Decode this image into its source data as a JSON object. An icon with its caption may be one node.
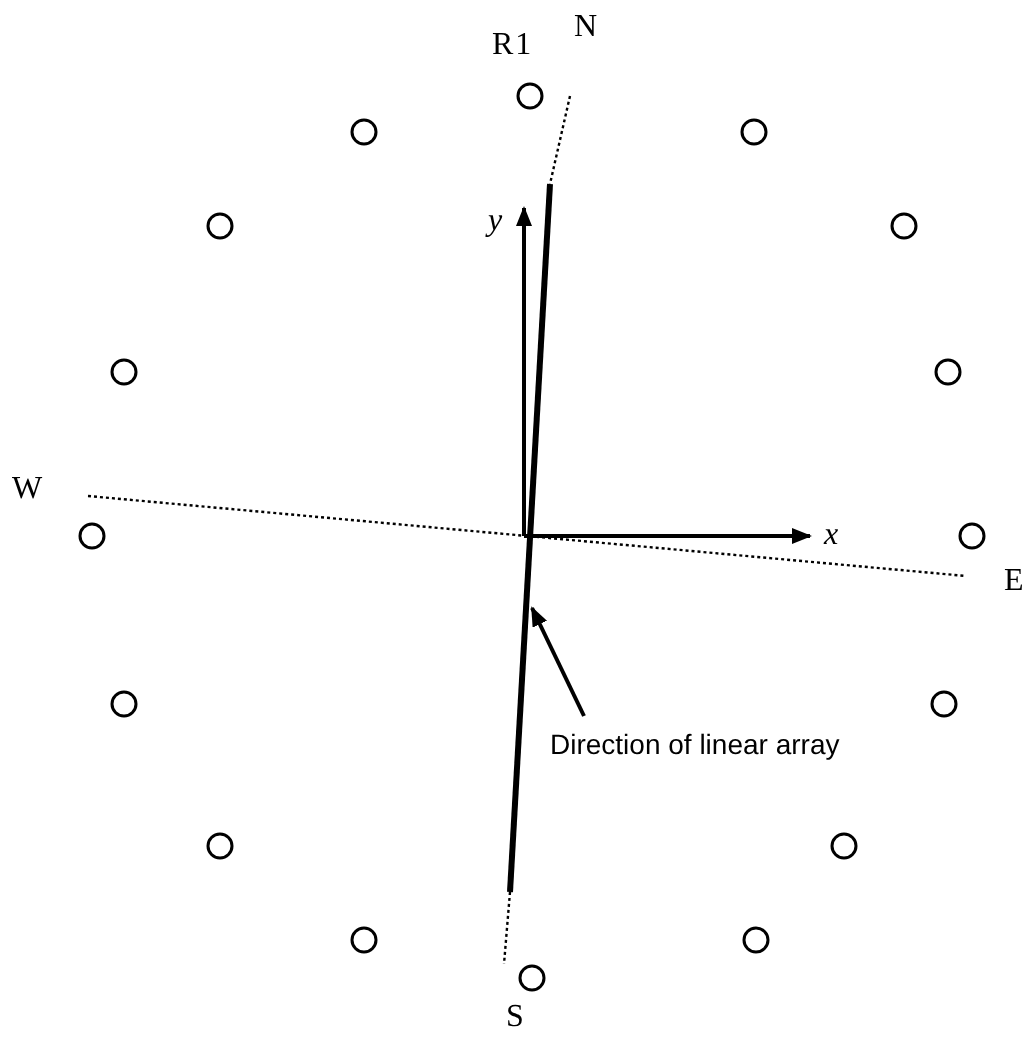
{
  "diagram": {
    "nodes": [
      {
        "text": [
          "Direction of linear array"
        ]
      },
      {
        "text": [],
        "shape": "bar"
      }
    ],
    "edges": [
      {
        "from": 0,
        "to": 1,
        "arrow": "to"
      }
    ],
    "labels": [
      "R1",
      "N",
      "y",
      "W",
      "x",
      "E",
      "S"
    ]
  }
}
